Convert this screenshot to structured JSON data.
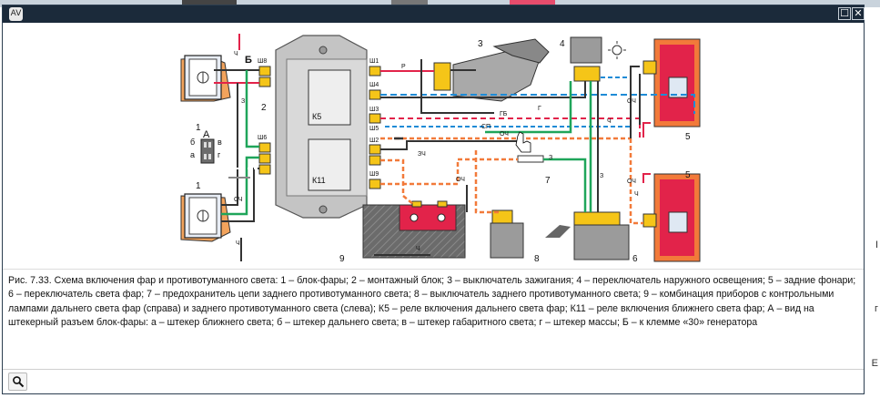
{
  "window": {
    "app_icon": "AV",
    "buttons": {
      "maximize": "☐",
      "close": "✕"
    }
  },
  "diagram": {
    "labels": {
      "b_label": "Б",
      "a_label": "А",
      "n1a": "1",
      "n1b": "1",
      "n2": "2",
      "n3": "3",
      "n4": "4",
      "n5a": "5",
      "n5b": "5",
      "n6": "6",
      "n7": "7",
      "n8": "8",
      "n9": "9",
      "sha": "б",
      "shv": "в",
      "sha2": "а",
      "shg": "г",
      "k5": "К5",
      "k11": "К11",
      "sh8": "Ш8",
      "sh6": "Ш6",
      "sh1": "Ш1",
      "sh4": "Ш4",
      "sh3": "Ш3",
      "sh5": "Ш5",
      "sh2": "Ш2",
      "sh9": "Ш9"
    },
    "wires": {
      "r": "Р",
      "z1": "З",
      "z2": "З",
      "z3": "З",
      "g": "Г",
      "gb": "ГБ",
      "sp": "СП",
      "och1": "ОЧ",
      "och2": "ОЧ",
      "zch": "ЗЧ",
      "ch1": "Ч",
      "ch2": "Ч",
      "ch3": "Ч",
      "ch4": "Ч",
      "ch5": "Ч",
      "sch": "СЧ",
      "och3": "ОЧ",
      "och4": "ОЧ"
    }
  },
  "caption": "Рис. 7.33. Схема включения фар и противотуманного света: 1 – блок-фары; 2 – монтажный блок; 3 – выключатель зажигания; 4 – переключатель наружного освещения; 5 – задние фонари; 6 – переключатель света фар; 7 – предохранитель цепи заднего противотуманного света; 8 – выключатель заднего противотуманного света; 9 – комбинация приборов с контрольными лампами дальнего света фар (справа) и заднего противотуманного света (слева); К5 – реле включения дальнего света фар; К11 – реле включения ближнего света фар; А – вид на штекерный разъем блок-фары: а – штекер ближнего света; б – штекер дальнего света; в – штекер габаритного света; г – штекер массы; Б – к клемме «30» генератора",
  "bg_right_chars": [
    "І",
    "г",
    "Е"
  ]
}
